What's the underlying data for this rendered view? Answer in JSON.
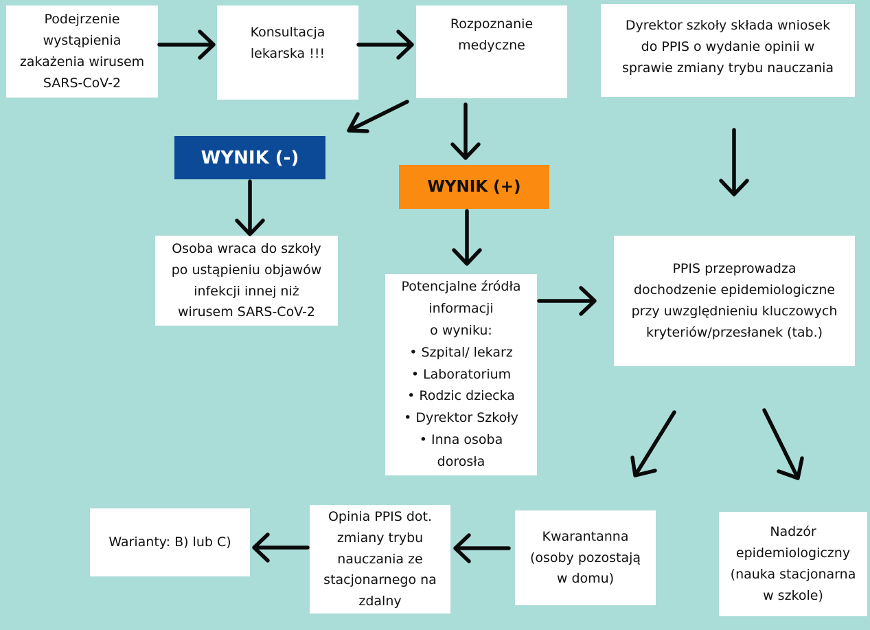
{
  "nodes": {
    "suspicion": [
      "Podejrzenie",
      "wystąpienia",
      "zakażenia wirusem",
      "SARS-CoV-2"
    ],
    "consultation": [
      "Konsultacja",
      "lekarska !!!"
    ],
    "diagnosis": [
      "Rozpoznanie",
      "medyczne"
    ],
    "director": [
      "Dyrektor szkoły składa wniosek",
      "do PPIS o wydanie opinii w",
      "sprawie zmiany trybu nauczania"
    ],
    "result_negative": "WYNIK (-)",
    "result_positive": "WYNIK (+)",
    "return_to_school": [
      "Osoba wraca do szkoły",
      "po ustąpieniu objawów",
      "infekcji innej niż",
      "wirusem SARS-CoV-2"
    ],
    "info_sources": [
      "Potencjalne źródła",
      "informacji",
      "o wyniku:",
      "• Szpital/ lekarz",
      "• Laboratorium",
      "• Rodzic dziecka",
      "• Dyrektor Szkoły",
      "• Inna osoba",
      "dorosła"
    ],
    "ppis_investigation": [
      "PPIS przeprowadza",
      "dochodzenie epidemiologiczne",
      "przy uwzględnieniu kluczowych",
      "kryteriów/przesłanek (tab.)"
    ],
    "quarantine": [
      "Kwarantanna",
      "(osoby pozostają",
      "w domu)"
    ],
    "supervision": [
      "Nadzór",
      "epidemiologiczny",
      "(nauka stacjonarna",
      "w szkole)"
    ],
    "ppis_opinion": [
      "Opinia PPIS dot.",
      "zmiany trybu",
      "nauczania ze",
      "stacjonarnego na",
      "zdalny"
    ],
    "variants": "Warianty: B) lub C)"
  },
  "colors": {
    "background": "#aadcd8",
    "box": "#ffffff",
    "result_negative": "#0c4a97",
    "result_positive": "#fb8a10",
    "arrow": "#0a0a0a"
  }
}
